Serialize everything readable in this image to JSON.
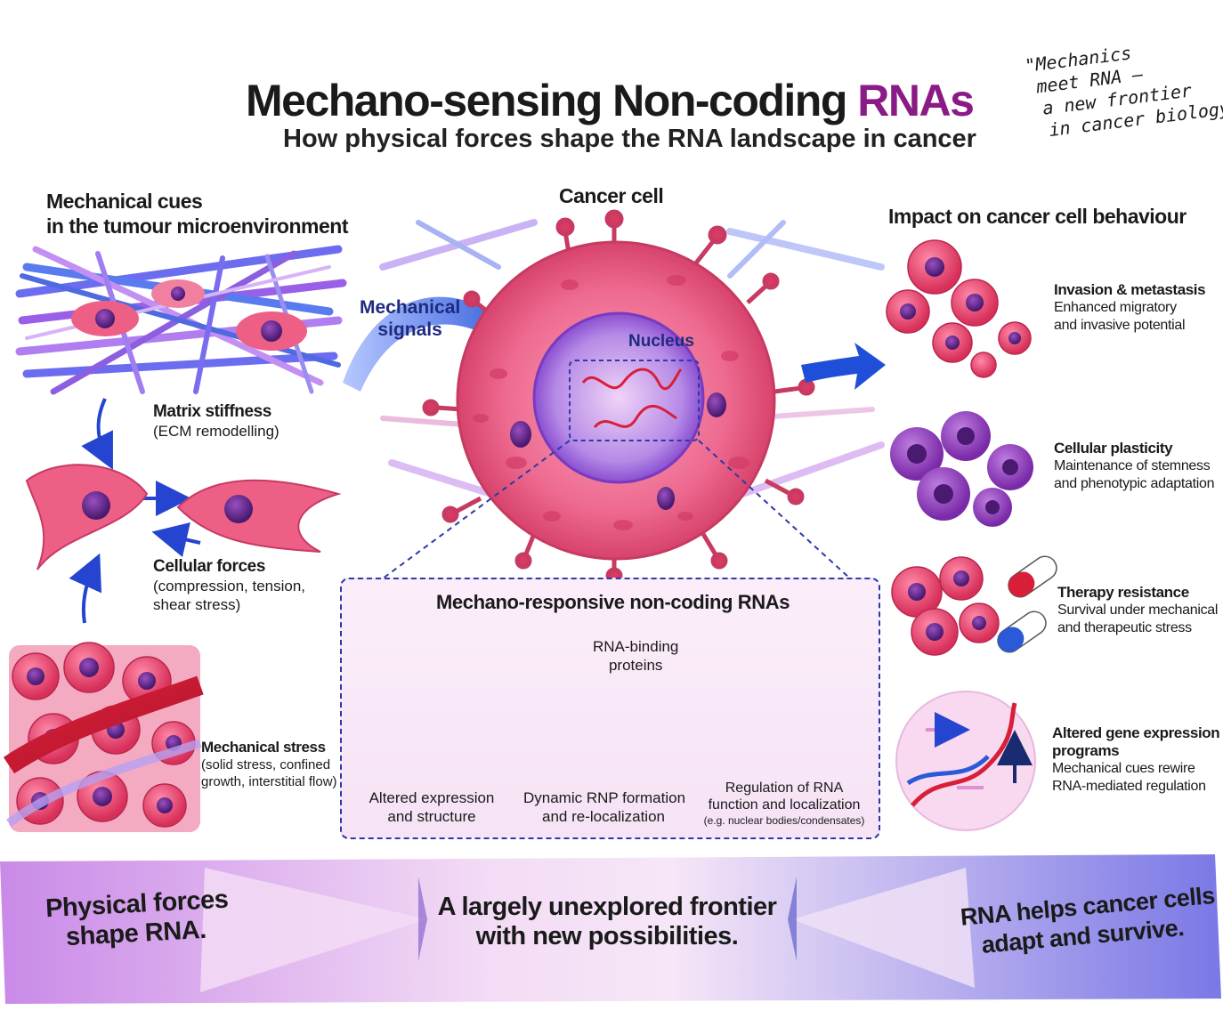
{
  "header": {
    "title_main": "Mechano-sensing Non-coding ",
    "title_accent": "RNAs",
    "subtitle": "How physical forces shape the RNA landscape in cancer"
  },
  "quote": {
    "lines": [
      "\"Mechanics",
      "meet RNA —",
      "a new frontier",
      "in cancer biology.\""
    ]
  },
  "left": {
    "heading_lines": [
      "Mechanical cues",
      "in the tumour microenvironment"
    ],
    "matrix": {
      "title": "Matrix stiffness",
      "desc": "(ECM remodelling)"
    },
    "forces": {
      "title": "Cellular forces",
      "desc_lines": [
        "(compression, tension,",
        "shear stress)"
      ]
    },
    "stress": {
      "title": "Mechanical stress",
      "desc_lines": [
        "(solid stress, confined",
        "growth, interstitial flow)"
      ]
    }
  },
  "center": {
    "heading": "Cancer cell",
    "signals_lines": [
      "Mechanical",
      "signals"
    ],
    "nucleus": "Nucleus"
  },
  "box": {
    "title": "Mechano-responsive non-coding RNAs",
    "rbp_lines": [
      "RNA-binding",
      "proteins"
    ],
    "items": [
      {
        "lines": [
          "Altered expression",
          "and structure"
        ]
      },
      {
        "lines": [
          "Dynamic RNP formation",
          "and re-localization"
        ]
      },
      {
        "lines": [
          "Regulation of RNA",
          "function and localization"
        ],
        "note": "(e.g. nuclear bodies/condensates)"
      }
    ]
  },
  "right": {
    "heading": "Impact on cancer cell behaviour",
    "items": [
      {
        "title": "Invasion & metastasis",
        "desc_lines": [
          "Enhanced migratory",
          "and invasive potential"
        ]
      },
      {
        "title": "Cellular plasticity",
        "desc_lines": [
          "Maintenance of stemness",
          "and phenotypic adaptation"
        ]
      },
      {
        "title": "Therapy resistance",
        "desc_lines": [
          "Survival under mechanical",
          "and therapeutic stress"
        ]
      },
      {
        "title_lines": [
          "Altered gene expression",
          "programs"
        ],
        "desc_lines": [
          "Mechanical cues rewire",
          "RNA-mediated regulation"
        ]
      }
    ]
  },
  "banner": {
    "left_lines": [
      "Physical forces",
      "shape RNA."
    ],
    "center_lines": [
      "A largely unexplored frontier",
      "with new possibilities."
    ],
    "right_lines": [
      "RNA helps cancer cells",
      "adapt and survive."
    ]
  },
  "colors": {
    "accent_purple": "#8a1a86",
    "arrow_blue": "#1f4fd8",
    "cell_pink": "#ee5f86",
    "rna_red": "#d81f3a",
    "box_border": "#2a3aa8"
  }
}
